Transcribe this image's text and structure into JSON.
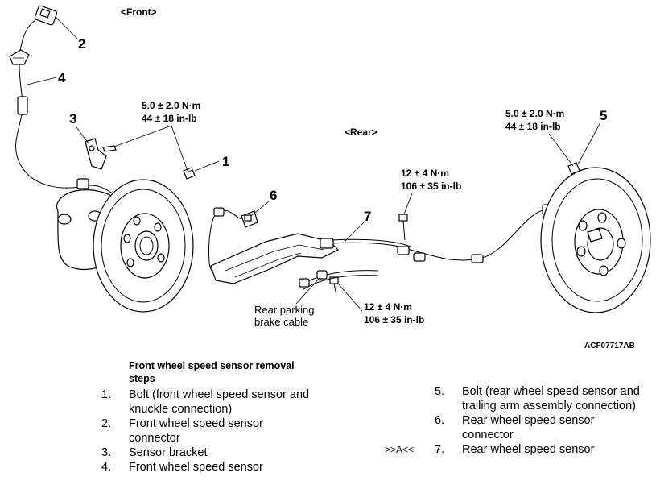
{
  "diagram": {
    "front_label": "<Front>",
    "rear_label": "<Rear>",
    "torque_front": [
      "5.0 ± 2.0 N·m",
      "44 ± 18 in-lb"
    ],
    "torque_rear_bolt5": [
      "5.0 ± 2.0 N·m",
      "44 ± 18 in-lb"
    ],
    "torque_rear_upper": [
      "12 ± 4 N·m",
      "106 ± 35 in-lb"
    ],
    "torque_rear_lower": [
      "12 ± 4 N·m",
      "106 ± 35 in-lb"
    ],
    "parking_cable_label": [
      "Rear parking",
      "brake cable"
    ],
    "figure_code": "ACF07717AB",
    "callouts": [
      "1",
      "2",
      "3",
      "4",
      "5",
      "6",
      "7"
    ]
  },
  "steps": {
    "heading": [
      "Front wheel speed sensor removal",
      "steps"
    ],
    "items": [
      {
        "num": "1.",
        "lines": [
          "Bolt (front wheel speed sensor and",
          "knuckle connection)"
        ]
      },
      {
        "num": "2.",
        "lines": [
          "Front wheel speed sensor",
          "connector"
        ]
      },
      {
        "num": "3.",
        "lines": [
          "Sensor bracket"
        ]
      },
      {
        "num": "4.",
        "lines": [
          "Front wheel speed sensor"
        ]
      },
      {
        "num": "5.",
        "lines": [
          "Bolt (rear wheel speed sensor and",
          "trailing arm assembly connection)"
        ]
      },
      {
        "num": "6.",
        "lines": [
          "Rear wheel speed sensor",
          "connector"
        ]
      },
      {
        "num": "7.",
        "lines": [
          "Rear wheel speed sensor"
        ]
      }
    ],
    "marker": ">>A<<"
  }
}
